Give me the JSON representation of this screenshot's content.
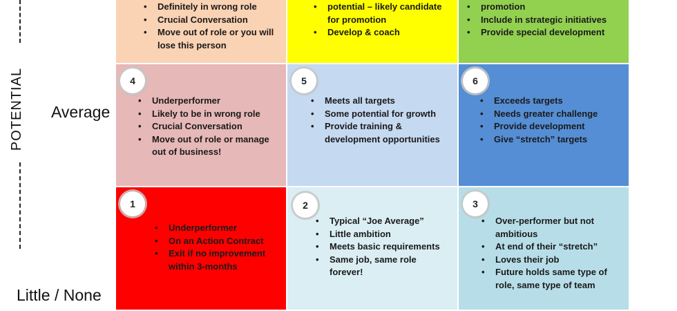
{
  "axis": {
    "label": "POTENTIAL"
  },
  "rows": {
    "middle": "Average",
    "bottom": "Little / None"
  },
  "colors": {
    "c7": "#FAD2B4",
    "c8": "#FFFF00",
    "c9": "#92D050",
    "c4": "#E6B8B7",
    "c5": "#C5D9F1",
    "c6": "#558ED5",
    "c1": "#FF0000",
    "c2": "#DAEEF3",
    "c3": "#B7DEE8"
  },
  "cells": {
    "c7": {
      "number": "",
      "bullets": [
        "Definitely in wrong role",
        "Crucial Conversation",
        "Move out of role or you will lose this person"
      ]
    },
    "c8": {
      "number": "",
      "bullets": [
        "potential – likely candidate for promotion",
        "Develop & coach"
      ]
    },
    "c9": {
      "number": "",
      "bullets": [
        "promotion",
        "Include in strategic initiatives",
        "Provide special development"
      ]
    },
    "c4": {
      "number": "4",
      "bullets": [
        "Underperformer",
        "Likely to be in wrong role",
        "Crucial Conversation",
        "Move out of role or manage out of business!"
      ]
    },
    "c5": {
      "number": "5",
      "bullets": [
        "Meets all targets",
        "Some potential for growth",
        "Provide training & development opportunities"
      ]
    },
    "c6": {
      "number": "6",
      "bullets": [
        "Exceeds targets",
        "Needs greater challenge",
        "Provide development",
        "Give “stretch” targets"
      ]
    },
    "c1": {
      "number": "1",
      "bullets": [
        "Underperformer",
        "On an Action Contract",
        "Exit if no improvement within 3-months"
      ]
    },
    "c2": {
      "number": "2",
      "bullets": [
        "Typical “Joe Average”",
        "Little ambition",
        "Meets basic requirements",
        "Same job, same role forever!"
      ]
    },
    "c3": {
      "number": "3",
      "bullets": [
        "Over-performer but not ambitious",
        "At end of their “stretch”",
        "Loves their job",
        "Future holds same type of role, same type of team"
      ]
    }
  }
}
